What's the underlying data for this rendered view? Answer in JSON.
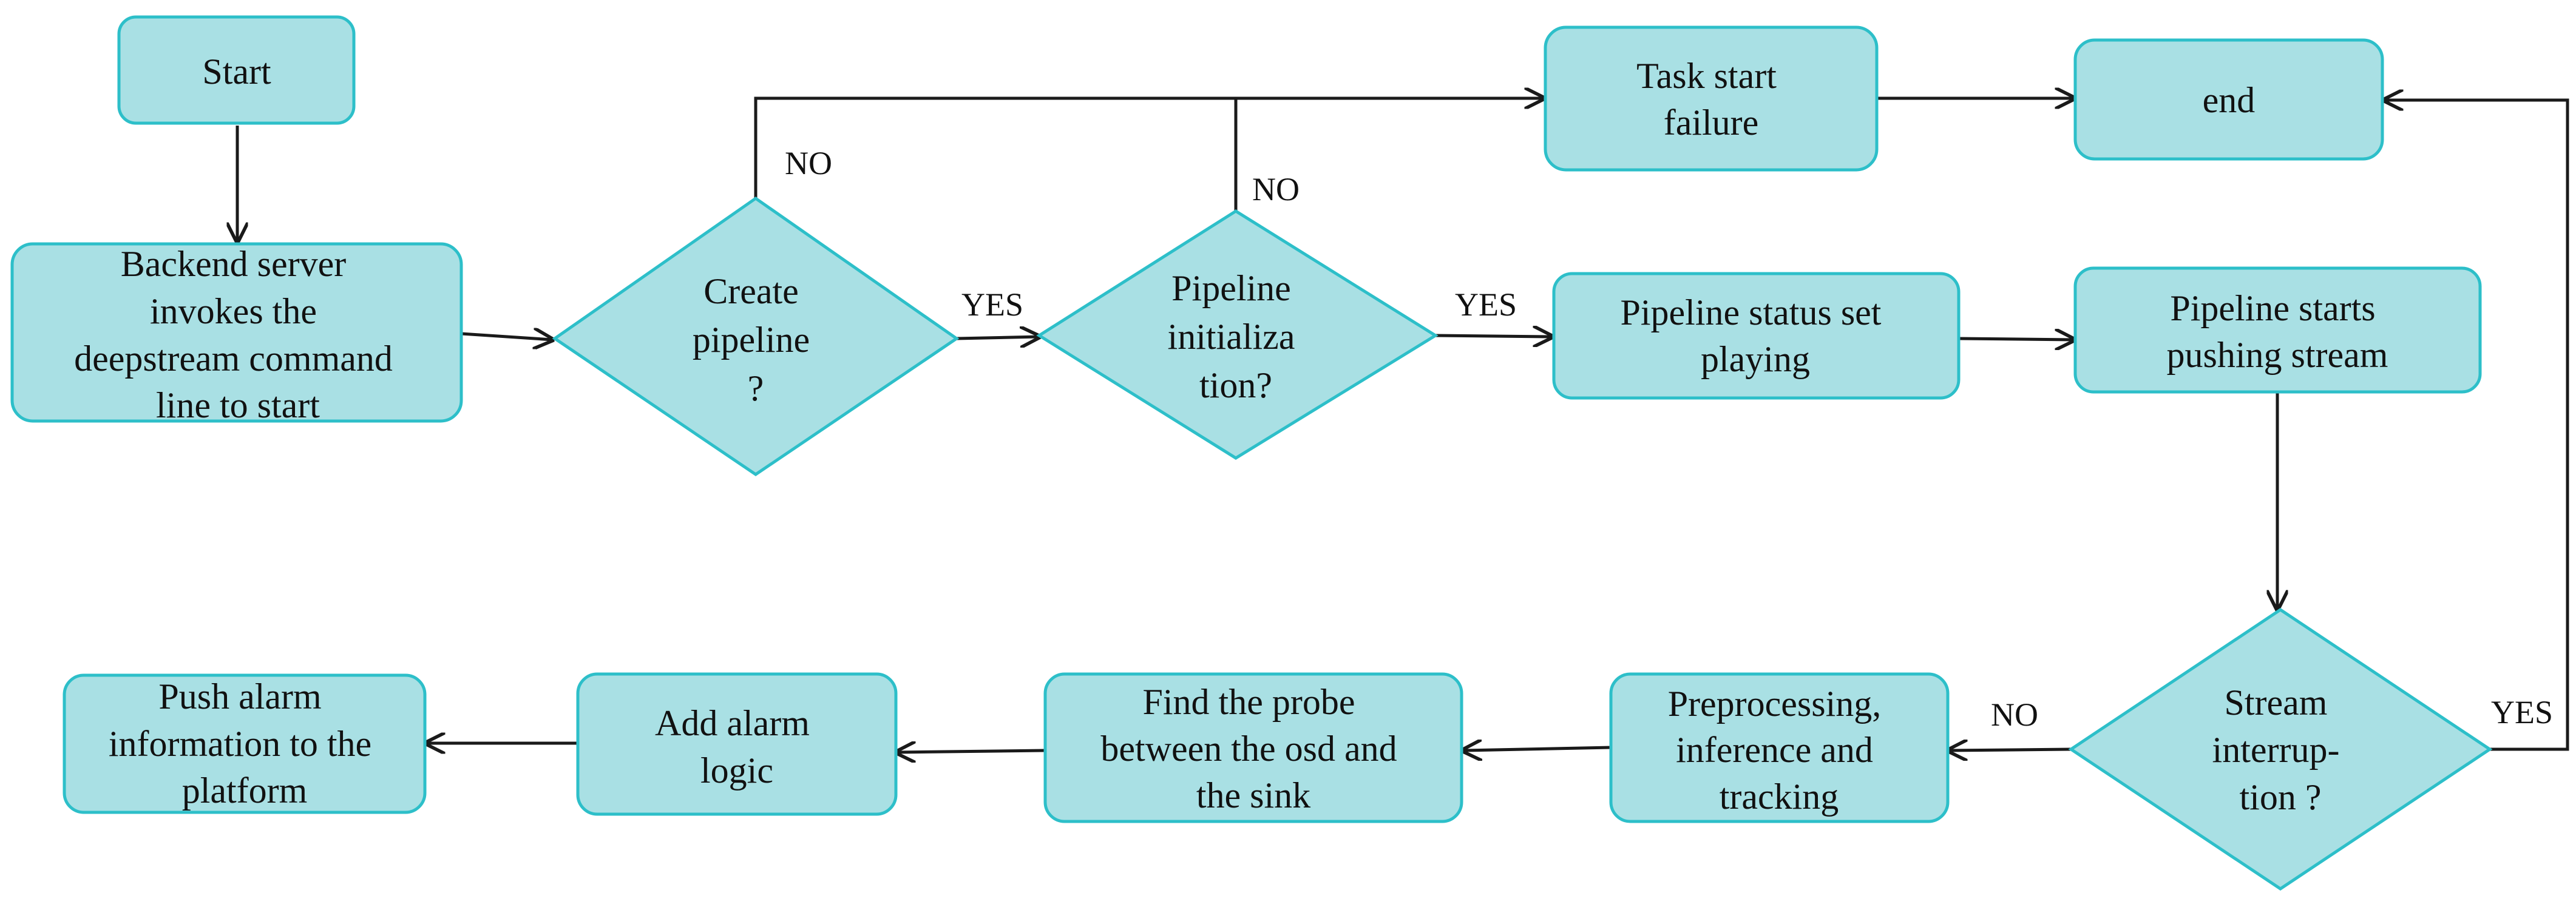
{
  "nodes": {
    "start": {
      "label": "Start"
    },
    "backend": {
      "label": "Backend server invokes the deepstream command line to start",
      "lines": [
        "Backend server",
        "invokes the",
        "deepstream command",
        "line to start"
      ]
    },
    "create_pipeline": {
      "label": "Create pipeline ?",
      "lines": [
        "Create",
        "pipeline",
        "?"
      ]
    },
    "pipeline_init": {
      "label": "Pipeline initialization?",
      "lines": [
        "Pipeline",
        "initializa",
        "tion?"
      ]
    },
    "task_fail": {
      "label": "Task start failure",
      "lines": [
        "Task start",
        "failure"
      ]
    },
    "end": {
      "label": "end"
    },
    "status_playing": {
      "label": "Pipeline status set playing",
      "lines": [
        "Pipeline status set",
        "playing"
      ]
    },
    "push_stream": {
      "label": "Pipeline starts pushing stream",
      "lines": [
        "Pipeline starts",
        "pushing stream"
      ]
    },
    "stream_interrupt": {
      "label": "Stream interruption ?",
      "lines": [
        "Stream",
        "interrup-",
        "tion ?"
      ]
    },
    "preprocess": {
      "label": "Preprocessing, inference and tracking",
      "lines": [
        "Preprocessing,",
        "inference and",
        "tracking"
      ]
    },
    "probe": {
      "label": "Find the probe between the osd and the sink",
      "lines": [
        "Find the probe",
        "between the osd and",
        "the sink"
      ]
    },
    "alarm_logic": {
      "label": "Add alarm logic",
      "lines": [
        "Add alarm",
        "logic"
      ]
    },
    "push_alarm": {
      "label": "Push alarm information to the platform",
      "lines": [
        "Push alarm",
        "information to the",
        "platform"
      ]
    }
  },
  "edges": [
    {
      "from": "start",
      "to": "backend",
      "label": ""
    },
    {
      "from": "backend",
      "to": "create_pipeline",
      "label": ""
    },
    {
      "from": "create_pipeline",
      "to": "pipeline_init",
      "label": "YES"
    },
    {
      "from": "create_pipeline",
      "to": "task_fail",
      "label": "NO"
    },
    {
      "from": "pipeline_init",
      "to": "task_fail",
      "label": "NO"
    },
    {
      "from": "pipeline_init",
      "to": "status_playing",
      "label": "YES"
    },
    {
      "from": "task_fail",
      "to": "end",
      "label": ""
    },
    {
      "from": "status_playing",
      "to": "push_stream",
      "label": ""
    },
    {
      "from": "push_stream",
      "to": "stream_interrupt",
      "label": ""
    },
    {
      "from": "stream_interrupt",
      "to": "end",
      "label": "YES"
    },
    {
      "from": "stream_interrupt",
      "to": "preprocess",
      "label": "NO"
    },
    {
      "from": "preprocess",
      "to": "probe",
      "label": ""
    },
    {
      "from": "probe",
      "to": "alarm_logic",
      "label": ""
    },
    {
      "from": "alarm_logic",
      "to": "push_alarm",
      "label": ""
    }
  ],
  "colors": {
    "node_fill": "#a9e0e4",
    "node_border": "#2dbfc9",
    "edge": "#1a1a1a",
    "text": "#111111"
  }
}
